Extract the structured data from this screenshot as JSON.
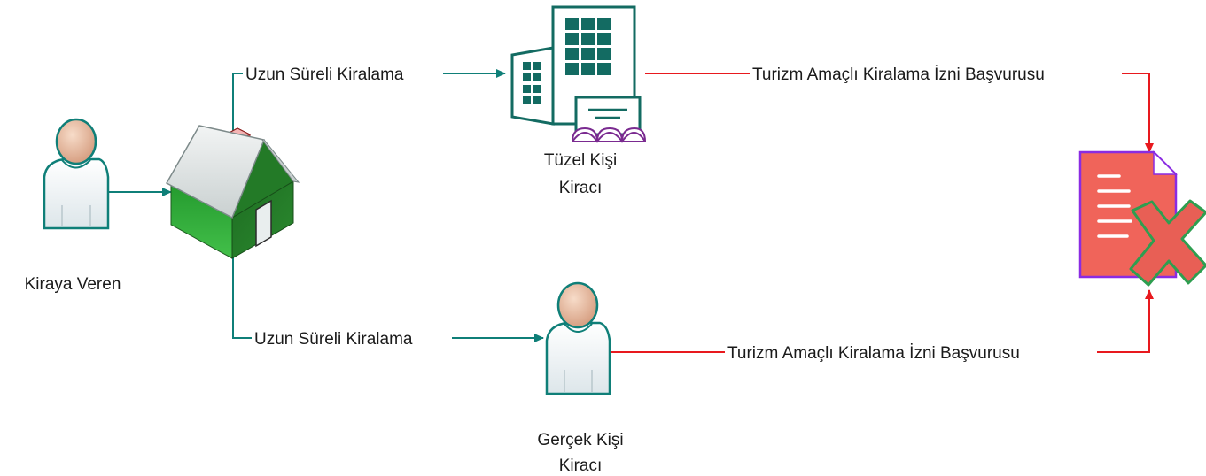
{
  "nodes": {
    "landlord": {
      "label": "Kiraya Veren",
      "icon": "person-icon"
    },
    "house": {
      "icon": "house-icon"
    },
    "corporate_tenant": {
      "label_line1": "Tüzel Kişi",
      "label_line2": "Kiracı",
      "icon": "office-building-icon"
    },
    "individual_tenant": {
      "label_line1": "Gerçek Kişi",
      "label_line2": "Kiracı",
      "icon": "person-icon"
    },
    "rejected_document": {
      "icon": "rejected-document-icon"
    }
  },
  "edges": {
    "house_to_corporate": {
      "label": "Uzun Süreli Kiralama"
    },
    "house_to_individual": {
      "label": "Uzun Süreli Kiralama"
    },
    "corporate_to_document": {
      "label": "Turizm Amaçlı Kiralama İzni Başvurusu"
    },
    "individual_to_document": {
      "label": "Turizm Amaçlı Kiralama İzni Başvurusu"
    }
  },
  "colors": {
    "teal_connector": "#0f7f78",
    "red_connector": "#e8191e",
    "house_green": "#2e9e33",
    "building_teal": "#136b62",
    "document_red": "#f0645a",
    "document_border": "#8a2be2",
    "cross_red": "#e85f55"
  }
}
